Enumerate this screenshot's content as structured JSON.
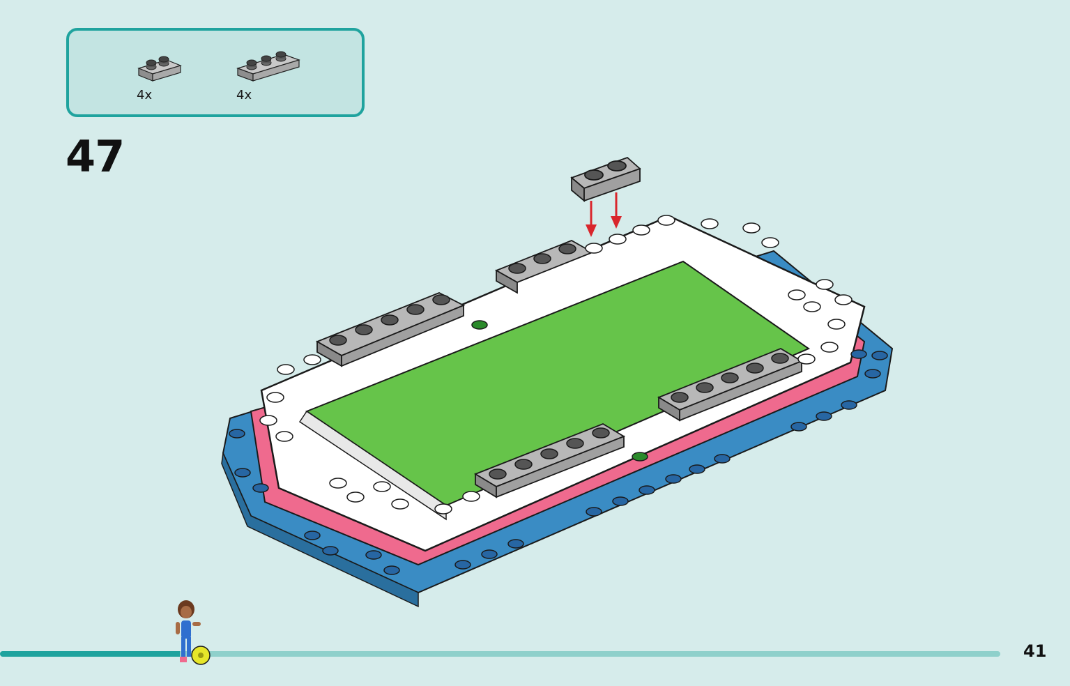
{
  "parts_list": {
    "items": [
      {
        "name": "gray-plate-1x2",
        "quantity": "4x"
      },
      {
        "name": "gray-plate-1x3",
        "quantity": "4x"
      }
    ]
  },
  "step": {
    "number": "47"
  },
  "progress": {
    "fraction": 0.18
  },
  "page": {
    "number": "41"
  },
  "colors": {
    "accent": "#1fa39e",
    "background": "#d6eceb",
    "field_green": "#66c44a",
    "base_blue": "#3a8cc4",
    "pink": "#ef6a8e",
    "plate_gray": "#a8a8a8",
    "arrow_red": "#d9262c"
  }
}
